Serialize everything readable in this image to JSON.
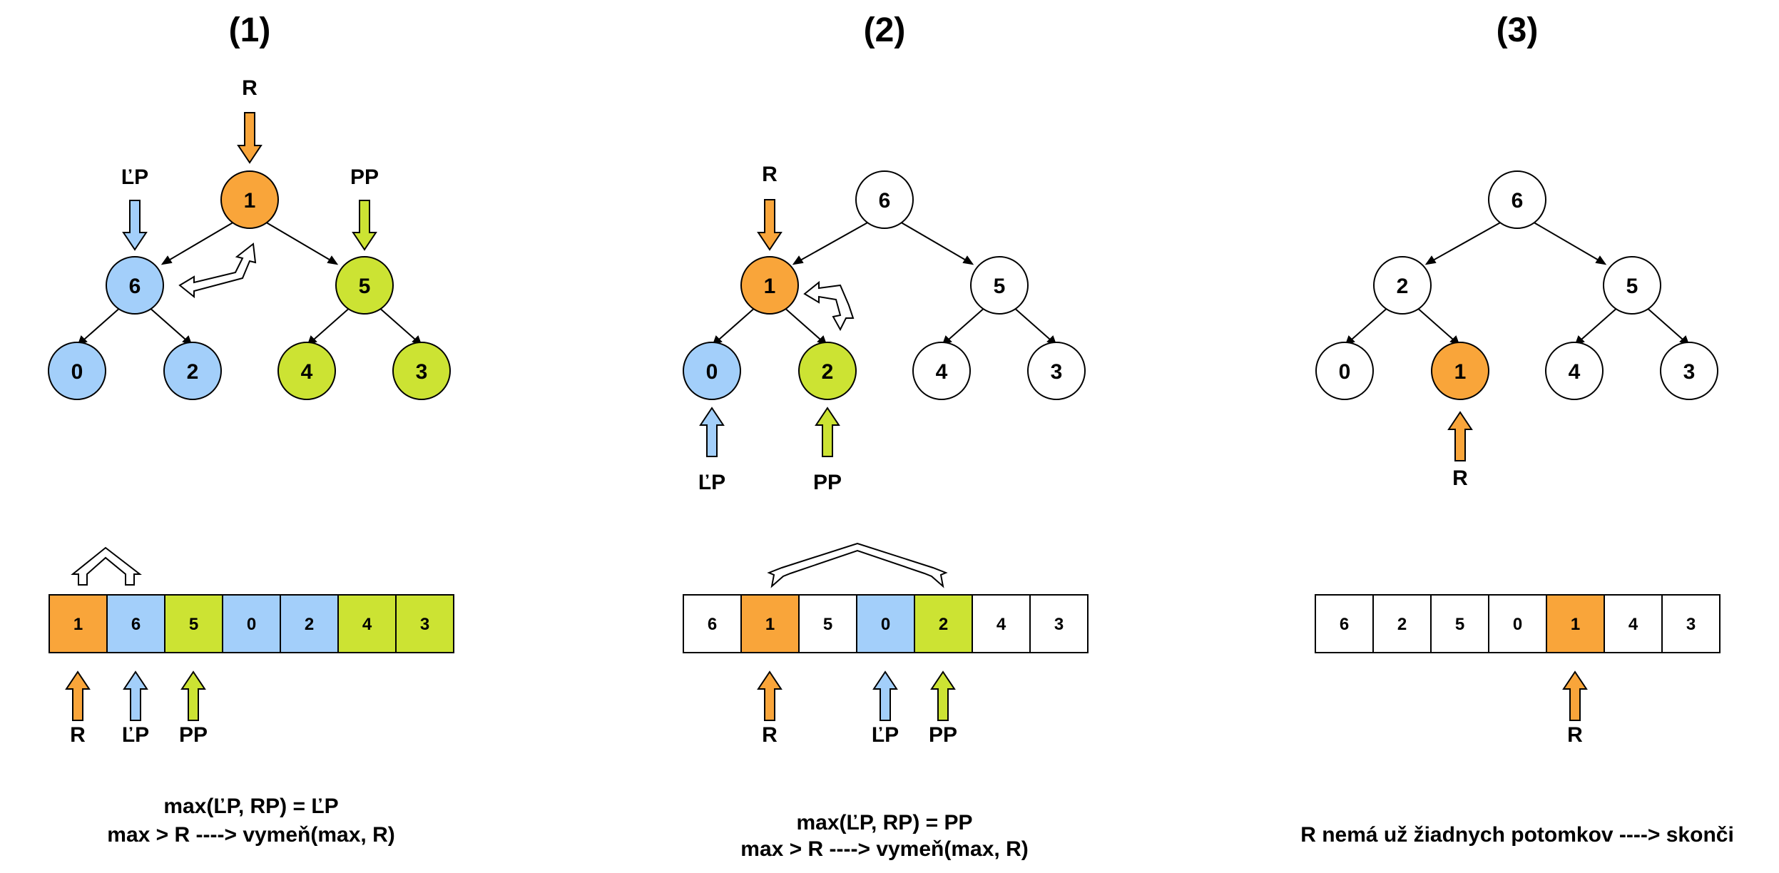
{
  "colors": {
    "root": "#f9a53a",
    "left": "#a3cffa",
    "right": "#cce333",
    "none": "#ffffff",
    "stroke": "#000000"
  },
  "panels": [
    {
      "title": "(1)",
      "tree": [
        {
          "value": "1",
          "role": "root"
        },
        {
          "value": "6",
          "role": "left"
        },
        {
          "value": "5",
          "role": "right"
        },
        {
          "value": "0",
          "role": "left"
        },
        {
          "value": "2",
          "role": "left"
        },
        {
          "value": "4",
          "role": "right"
        },
        {
          "value": "3",
          "role": "right"
        }
      ],
      "array": [
        {
          "value": "1",
          "role": "root"
        },
        {
          "value": "6",
          "role": "left"
        },
        {
          "value": "5",
          "role": "right"
        },
        {
          "value": "0",
          "role": "left"
        },
        {
          "value": "2",
          "role": "left"
        },
        {
          "value": "4",
          "role": "right"
        },
        {
          "value": "3",
          "role": "right"
        }
      ],
      "tree_pointers": [
        {
          "label": "R",
          "role": "root",
          "node": 0
        },
        {
          "label": "ĽP",
          "role": "left",
          "node": 1
        },
        {
          "label": "PP",
          "role": "right",
          "node": 2
        }
      ],
      "array_pointers": [
        {
          "label": "R",
          "role": "root",
          "cell": 0
        },
        {
          "label": "ĽP",
          "role": "left",
          "cell": 1
        },
        {
          "label": "PP",
          "role": "right",
          "cell": 2
        }
      ],
      "caption": [
        "max(ĽP, RP) = ĽP",
        "max > R ----> vymeň(max, R)"
      ]
    },
    {
      "title": "(2)",
      "tree": [
        {
          "value": "6",
          "role": "none"
        },
        {
          "value": "1",
          "role": "root"
        },
        {
          "value": "5",
          "role": "none"
        },
        {
          "value": "0",
          "role": "left"
        },
        {
          "value": "2",
          "role": "right"
        },
        {
          "value": "4",
          "role": "none"
        },
        {
          "value": "3",
          "role": "none"
        }
      ],
      "array": [
        {
          "value": "6",
          "role": "none"
        },
        {
          "value": "1",
          "role": "root"
        },
        {
          "value": "5",
          "role": "none"
        },
        {
          "value": "0",
          "role": "left"
        },
        {
          "value": "2",
          "role": "right"
        },
        {
          "value": "4",
          "role": "none"
        },
        {
          "value": "3",
          "role": "none"
        }
      ],
      "tree_pointers": [
        {
          "label": "R",
          "role": "root",
          "node": 1
        },
        {
          "label": "ĽP",
          "role": "left",
          "node": 3
        },
        {
          "label": "PP",
          "role": "right",
          "node": 4
        }
      ],
      "array_pointers": [
        {
          "label": "R",
          "role": "root",
          "cell": 1
        },
        {
          "label": "ĽP",
          "role": "left",
          "cell": 3
        },
        {
          "label": "PP",
          "role": "right",
          "cell": 4
        }
      ],
      "caption": [
        "max(ĽP, RP) = PP",
        "max > R ----> vymeň(max, R)"
      ]
    },
    {
      "title": "(3)",
      "tree": [
        {
          "value": "6",
          "role": "none"
        },
        {
          "value": "2",
          "role": "none"
        },
        {
          "value": "5",
          "role": "none"
        },
        {
          "value": "0",
          "role": "none"
        },
        {
          "value": "1",
          "role": "root"
        },
        {
          "value": "4",
          "role": "none"
        },
        {
          "value": "3",
          "role": "none"
        }
      ],
      "array": [
        {
          "value": "6",
          "role": "none"
        },
        {
          "value": "2",
          "role": "none"
        },
        {
          "value": "5",
          "role": "none"
        },
        {
          "value": "0",
          "role": "none"
        },
        {
          "value": "1",
          "role": "root"
        },
        {
          "value": "4",
          "role": "none"
        },
        {
          "value": "3",
          "role": "none"
        }
      ],
      "tree_pointers": [
        {
          "label": "R",
          "role": "root",
          "node": 4
        }
      ],
      "array_pointers": [
        {
          "label": "R",
          "role": "root",
          "cell": 4
        }
      ],
      "caption": [
        "R nemá už žiadnych potomkov ----> skonči"
      ]
    }
  ]
}
